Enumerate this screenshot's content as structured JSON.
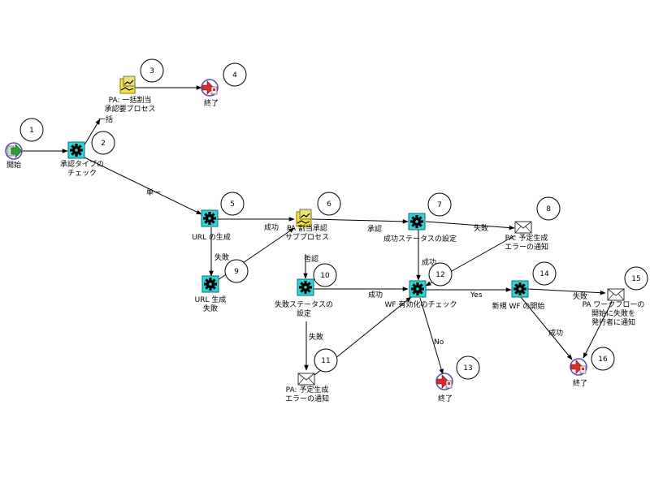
{
  "nodes": [
    {
      "id": "1",
      "kind": "start",
      "lines": [
        "開始"
      ]
    },
    {
      "id": "2",
      "kind": "function",
      "lines": [
        "承認タイプの",
        "チェック"
      ]
    },
    {
      "id": "3",
      "kind": "process",
      "lines": [
        "PA: 一括割当",
        "承認要プロセス"
      ]
    },
    {
      "id": "4",
      "kind": "end",
      "lines": [
        "終了"
      ]
    },
    {
      "id": "5",
      "kind": "function",
      "lines": [
        "URL の生成"
      ]
    },
    {
      "id": "6",
      "kind": "process",
      "lines": [
        "PA 割当承認",
        "サブプロセス"
      ]
    },
    {
      "id": "7",
      "kind": "function",
      "lines": [
        "成功ステータスの設定"
      ]
    },
    {
      "id": "8",
      "kind": "notify",
      "lines": [
        "PA: 予定生成",
        "エラーの通知"
      ]
    },
    {
      "id": "9",
      "kind": "function",
      "lines": [
        "URL 生成",
        "失敗"
      ]
    },
    {
      "id": "10",
      "kind": "function",
      "lines": [
        "失敗ステータスの",
        "設定"
      ]
    },
    {
      "id": "11",
      "kind": "notify",
      "lines": [
        "PA: 予定生成",
        "エラーの通知"
      ]
    },
    {
      "id": "12",
      "kind": "function",
      "lines": [
        "WF 有効化のチェック"
      ]
    },
    {
      "id": "13",
      "kind": "end",
      "lines": [
        "終了"
      ]
    },
    {
      "id": "14",
      "kind": "function",
      "lines": [
        "新規 WF の開始"
      ]
    },
    {
      "id": "15",
      "kind": "notify",
      "lines": [
        "PA ワークフローの",
        "開始に失敗を",
        "発行者に通知"
      ]
    },
    {
      "id": "16",
      "kind": "end",
      "lines": [
        "終了"
      ]
    }
  ],
  "edges": [
    {
      "from": "1",
      "to": "2",
      "label": ""
    },
    {
      "from": "2",
      "to": "3",
      "label": "一括"
    },
    {
      "from": "3",
      "to": "4",
      "label": ""
    },
    {
      "from": "2",
      "to": "5",
      "label": "単一"
    },
    {
      "from": "5",
      "to": "6",
      "label": "成功"
    },
    {
      "from": "5",
      "to": "9",
      "label": "失敗"
    },
    {
      "from": "9",
      "to": "6",
      "label": ""
    },
    {
      "from": "6",
      "to": "7",
      "label": "承認"
    },
    {
      "from": "6",
      "to": "10",
      "label": "否認"
    },
    {
      "from": "7",
      "to": "8",
      "label": "失敗"
    },
    {
      "from": "7",
      "to": "12",
      "label": "成功"
    },
    {
      "from": "8",
      "to": "12",
      "label": ""
    },
    {
      "from": "10",
      "to": "12",
      "label": "成功"
    },
    {
      "from": "10",
      "to": "11",
      "label": "失敗"
    },
    {
      "from": "11",
      "to": "12",
      "label": ""
    },
    {
      "from": "12",
      "to": "14",
      "label": "Yes"
    },
    {
      "from": "12",
      "to": "13",
      "label": "No"
    },
    {
      "from": "14",
      "to": "15",
      "label": "失敗"
    },
    {
      "from": "14",
      "to": "16",
      "label": "成功"
    },
    {
      "from": "15",
      "to": "16",
      "label": ""
    }
  ],
  "colors": {
    "function_fill": "#2fd3d8",
    "process_fill": "#f5e33a",
    "start_fill": "#2f9c3a",
    "end_fill": "#e02a2a",
    "ring": "#5b4bb0"
  }
}
